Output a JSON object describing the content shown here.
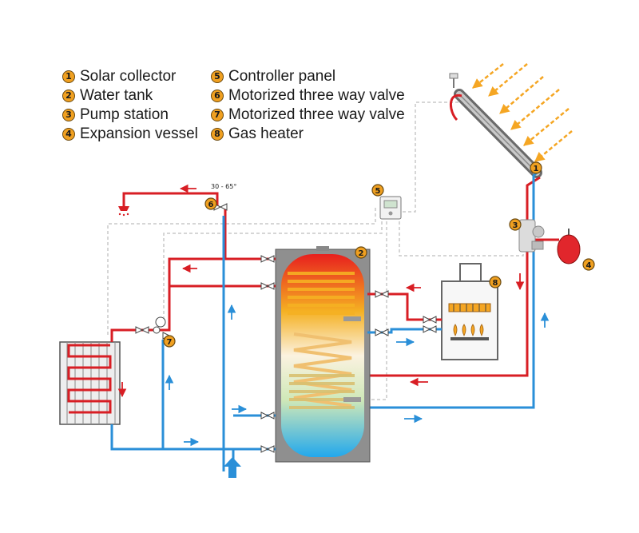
{
  "legend": {
    "left": [
      {
        "num": "1",
        "label": "Solar collector"
      },
      {
        "num": "2",
        "label": "Water tank"
      },
      {
        "num": "3",
        "label": "Pump station"
      },
      {
        "num": "4",
        "label": "Expansion vessel"
      }
    ],
    "right": [
      {
        "num": "5",
        "label": "Controller panel"
      },
      {
        "num": "6",
        "label": "Motorized three way valve"
      },
      {
        "num": "7",
        "label": "Motorized three way valve"
      },
      {
        "num": "8",
        "label": "Gas heater"
      }
    ]
  },
  "temperature_label": "30 - 65°",
  "markers": {
    "m1": "1",
    "m2": "2",
    "m3": "3",
    "m4": "4",
    "m5": "5",
    "m6": "6",
    "m7": "7",
    "m8": "8"
  },
  "colors": {
    "hot": "#d81e24",
    "cold": "#2a8fd8",
    "control": "#bbbbbb",
    "badge": "#f0a020",
    "sun": "#f5a623"
  }
}
